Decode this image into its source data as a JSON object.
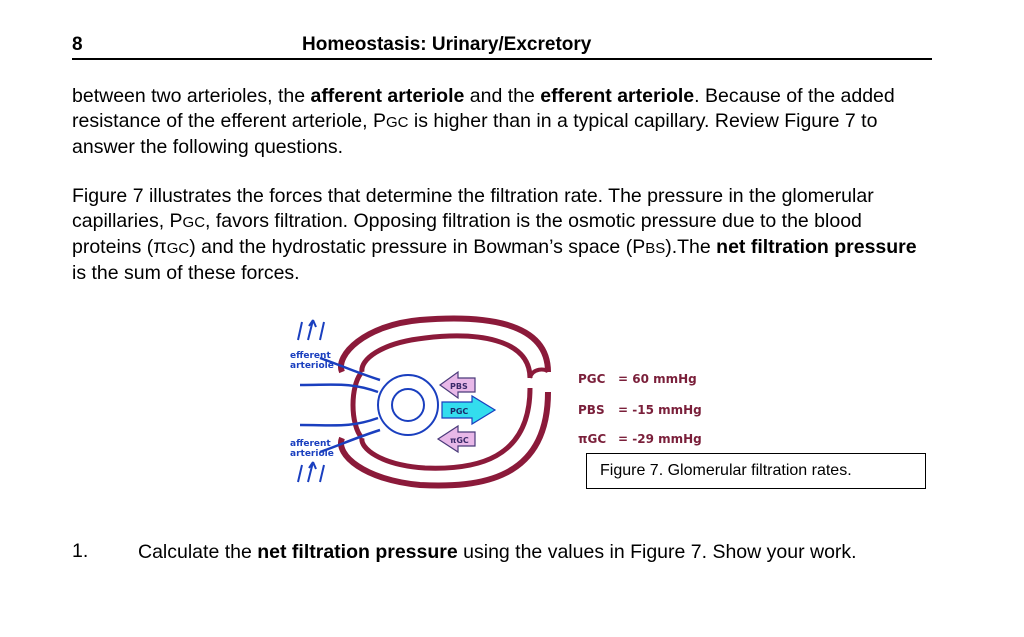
{
  "header": {
    "page_number": "8",
    "title": "Homeostasis: Urinary/Excretory"
  },
  "para1": {
    "t1": "between two arterioles, the ",
    "b1": "afferent arteriole",
    "t2": " and the ",
    "b2": "efferent arteriole",
    "t3": ". Because of the added resistance of the efferent arteriole, P",
    "sub1": "GC",
    "t4": " is higher than in a typical capillary. Review Figure 7 to answer the following questions."
  },
  "para2": {
    "t1": "Figure 7 illustrates the forces that determine the filtration rate. The pressure in the glomerular capillaries, P",
    "sub1": "GC",
    "t2": ", favors filtration. Opposing filtration is the osmotic pressure due to the blood proteins (π",
    "sub2": "GC",
    "t3": ") and the hydrostatic pressure in Bowman’s space (P",
    "sub3": "BS",
    "t4": ").The ",
    "b1": "net filtration pressure",
    "t5": " is the sum of these forces."
  },
  "figure": {
    "efferent_label_1": "efferent",
    "efferent_label_2": "arteriole",
    "afferent_label_1": "afferent",
    "afferent_label_2": "arteriole",
    "arrow_pbs": "PBS",
    "arrow_pgc": "PGC",
    "arrow_pigc": "πGC",
    "values": [
      {
        "label": "PGC",
        "text": "= 60 mmHg"
      },
      {
        "label": "PBS",
        "text": "= -15 mmHg"
      },
      {
        "label": "πGC",
        "text": "= -29 mmHg"
      }
    ],
    "caption": "Figure 7. Glomerular filtration rates."
  },
  "question": {
    "number": "1.",
    "t1": "Calculate the ",
    "b1": "net filtration pressure",
    "t2": " using the values in Figure 7. Show your work."
  },
  "colors": {
    "capsule": "#8b1a3a",
    "vessel": "#1a3fbf",
    "pink_arrow": "#e8b8e8",
    "cyan_arrow": "#33ddee"
  }
}
